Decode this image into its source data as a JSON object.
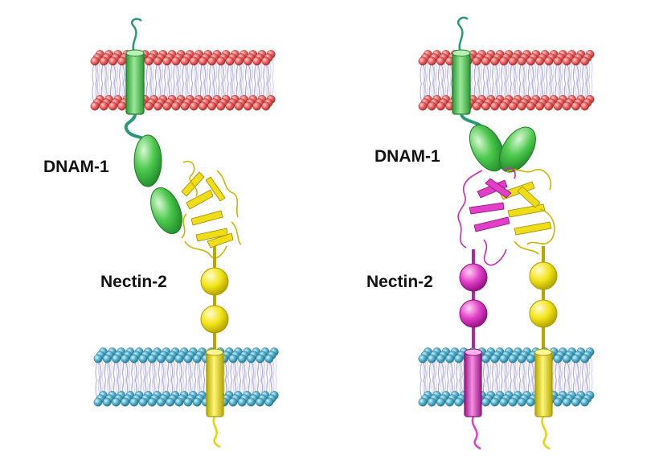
{
  "labels": {
    "left_receptor": "DNAM-1",
    "left_ligand": "Nectin-2",
    "right_receptor": "DNAM-1",
    "right_ligand": "Nectin-2"
  },
  "colors": {
    "top_membrane_head": "#f06a6a",
    "bottom_membrane_head": "#5bb7d4",
    "lipid_tail": "#a7a3d6",
    "receptor": "#4fc94f",
    "ligand_yellow": "#f3e419",
    "ligand_magenta": "#e23fc8"
  },
  "icons": [
    "lipid-bilayer-icon",
    "transmembrane-helix-icon",
    "ig-domain-icon",
    "ribbon-structure-icon"
  ]
}
